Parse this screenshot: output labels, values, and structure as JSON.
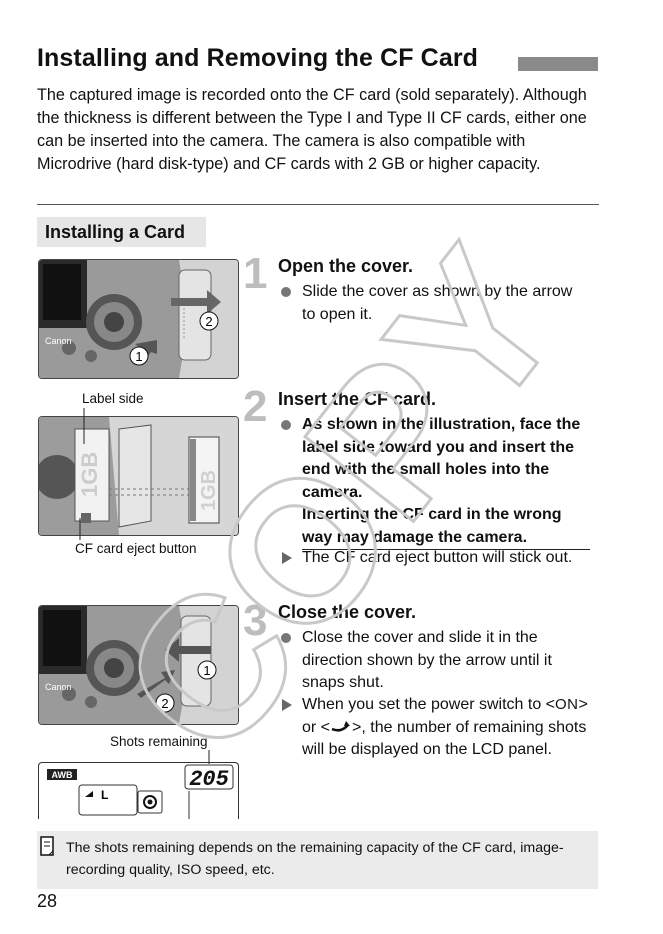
{
  "page": {
    "title": "Installing and Removing the CF Card",
    "intro": "The captured image is recorded onto the CF card (sold separately). Although the thickness is different between the Type I and Type II CF cards, either one can be inserted into the camera. The camera is also compatible with Microdrive (hard disk-type) and CF cards with 2 GB or higher capacity.",
    "section_label": "Installing a Card",
    "page_number": "28",
    "watermark": "COPY"
  },
  "steps": [
    {
      "number": "1",
      "title": "Open the cover.",
      "items": [
        {
          "kind": "bullet",
          "text": "Slide the cover as shown by the arrow to open it."
        }
      ]
    },
    {
      "number": "2",
      "title": "Insert the CF card.",
      "items": [
        {
          "kind": "bullet",
          "text": "As shown in the illustration, face the label side toward you and insert the end with the small holes into the camera.",
          "warning": "Inserting the CF card in the wrong way may damage the camera."
        },
        {
          "kind": "result",
          "text": "The CF card eject button will stick out."
        }
      ]
    },
    {
      "number": "3",
      "title": "Close the cover.",
      "items": [
        {
          "kind": "bullet",
          "text": "Close the cover and slide it in the direction shown by the arrow until it snaps shut."
        },
        {
          "kind": "result",
          "pre": "When you set the power switch to <",
          "on": "ON",
          "mid": "> or <",
          "post": ">, the number of remaining shots will be displayed on the LCD panel."
        }
      ]
    }
  ],
  "figures": {
    "fig1": {
      "arrow_labels": [
        "1",
        "2"
      ],
      "brand": "Canon"
    },
    "fig2": {
      "label_side": "Label side",
      "eject_button": "CF card eject button",
      "card_text": "1GB"
    },
    "fig3": {
      "arrow_labels": [
        "1",
        "2"
      ],
      "brand": "Canon"
    },
    "lcd": {
      "caption": "Shots remaining",
      "awb": "AWB",
      "shots": "205",
      "quality": "L"
    }
  },
  "note": {
    "icon": "memo-icon",
    "text": "The shots remaining depends on the remaining capacity of the CF card, image-recording quality, ISO speed, etc."
  },
  "colors": {
    "step_number": "#bdbdbd",
    "title_bar": "#8a8a8a",
    "note_bg": "#ebebeb",
    "watermark": "#c9c9c9"
  }
}
